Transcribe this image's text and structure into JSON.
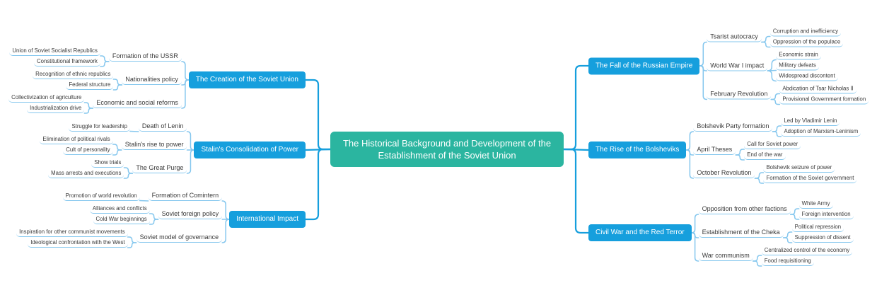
{
  "type": "mindmap",
  "colors": {
    "central_bg": "#2bb5a0",
    "topic_bg": "#169fdd",
    "wire_main": "#169fdd",
    "wire_sub": "#85c7ee",
    "text_color": "#3a3a3a",
    "central_text": "#ffffff"
  },
  "central": "The Historical Background and Development of the Establishment of the Soviet Union",
  "left": [
    {
      "topic": "The Creation of the Soviet Union",
      "groups": [
        {
          "sub": "Formation of the USSR",
          "leaves": [
            "Union of Soviet Socialist Republics",
            "Constitutional framework"
          ]
        },
        {
          "sub": "Nationalities policy",
          "leaves": [
            "Recognition of ethnic republics",
            "Federal structure"
          ]
        },
        {
          "sub": "Economic and social reforms",
          "leaves": [
            "Collectivization of agriculture",
            "Industrialization drive"
          ]
        }
      ]
    },
    {
      "topic": "Stalin's Consolidation of Power",
      "groups": [
        {
          "sub": "Death of Lenin",
          "leaves": [
            "Struggle for leadership"
          ]
        },
        {
          "sub": "Stalin's rise to power",
          "leaves": [
            "Elimination of political rivals",
            "Cult of personality"
          ]
        },
        {
          "sub": "The Great Purge",
          "leaves": [
            "Show trials",
            "Mass arrests and executions"
          ]
        }
      ]
    },
    {
      "topic": "International Impact",
      "groups": [
        {
          "sub": "Formation of Comintern",
          "leaves": [
            "Promotion of world revolution"
          ]
        },
        {
          "sub": "Soviet foreign policy",
          "leaves": [
            "Alliances and conflicts",
            "Cold War beginnings"
          ]
        },
        {
          "sub": "Soviet model of governance",
          "leaves": [
            "Inspiration for other communist movements",
            "Ideological confrontation with the West"
          ]
        }
      ]
    }
  ],
  "right": [
    {
      "topic": "The Fall of the Russian Empire",
      "groups": [
        {
          "sub": "Tsarist autocracy",
          "leaves": [
            "Corruption and inefficiency",
            "Oppression of the populace"
          ]
        },
        {
          "sub": "World War I impact",
          "leaves": [
            "Economic strain",
            "Military defeats",
            "Widespread discontent"
          ]
        },
        {
          "sub": "February Revolution",
          "leaves": [
            "Abdication of Tsar Nicholas II",
            "Provisional Government formation"
          ]
        }
      ]
    },
    {
      "topic": "The Rise of the Bolsheviks",
      "groups": [
        {
          "sub": "Bolshevik Party formation",
          "leaves": [
            "Led by Vladimir Lenin",
            "Adoption of Marxism-Leninism"
          ]
        },
        {
          "sub": "April Theses",
          "leaves": [
            "Call for Soviet power",
            "End of the war"
          ]
        },
        {
          "sub": "October Revolution",
          "leaves": [
            "Bolshevik seizure of power",
            "Formation of the Soviet government"
          ]
        }
      ]
    },
    {
      "topic": "Civil War and the Red Terror",
      "groups": [
        {
          "sub": "Opposition from other factions",
          "leaves": [
            "White Army",
            "Foreign intervention"
          ]
        },
        {
          "sub": "Establishment of the Cheka",
          "leaves": [
            "Political repression",
            "Suppression of dissent"
          ]
        },
        {
          "sub": "War communism",
          "leaves": [
            "Centralized control of the economy",
            "Food requisitioning"
          ]
        }
      ]
    }
  ]
}
